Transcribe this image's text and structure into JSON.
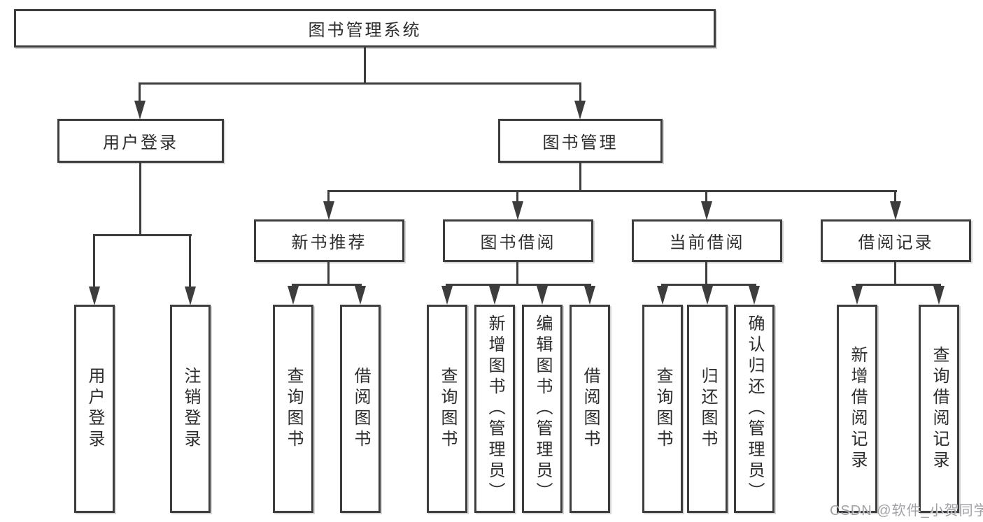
{
  "title": "图书管理系统",
  "tree": {
    "root": {
      "label": "图书管理系统"
    },
    "level2": [
      {
        "label": "用户登录"
      },
      {
        "label": "图书管理"
      }
    ],
    "level3": [
      {
        "label": "新书推荐"
      },
      {
        "label": "图书借阅"
      },
      {
        "label": "当前借阅"
      },
      {
        "label": "借阅记录"
      }
    ],
    "leaves": {
      "user_login": [
        {
          "label": "用户登录"
        },
        {
          "label": "注销登录"
        }
      ],
      "new_book_recommend": [
        {
          "label": "查询图书"
        },
        {
          "label": "借阅图书"
        }
      ],
      "book_borrow": [
        {
          "label": "查询图书"
        },
        {
          "label": "新增图书（管理员）"
        },
        {
          "label": "编辑图书（管理员）"
        },
        {
          "label": "借阅图书"
        }
      ],
      "current_borrow": [
        {
          "label": "查询图书"
        },
        {
          "label": "归还图书"
        },
        {
          "label": "确认归还（管理员）"
        }
      ],
      "borrow_records": [
        {
          "label": "新增借阅记录"
        },
        {
          "label": "查询借阅记录"
        }
      ]
    }
  },
  "watermark": {
    "text": "CSDN @软件_小贺同学",
    "color": "#a1a1a6"
  },
  "colors": {
    "line": "#3d3d3d",
    "box_border": "#3d3d3d",
    "box_fill": "#ffffff",
    "text": "#2d2d2d",
    "background": "#ffffff"
  }
}
